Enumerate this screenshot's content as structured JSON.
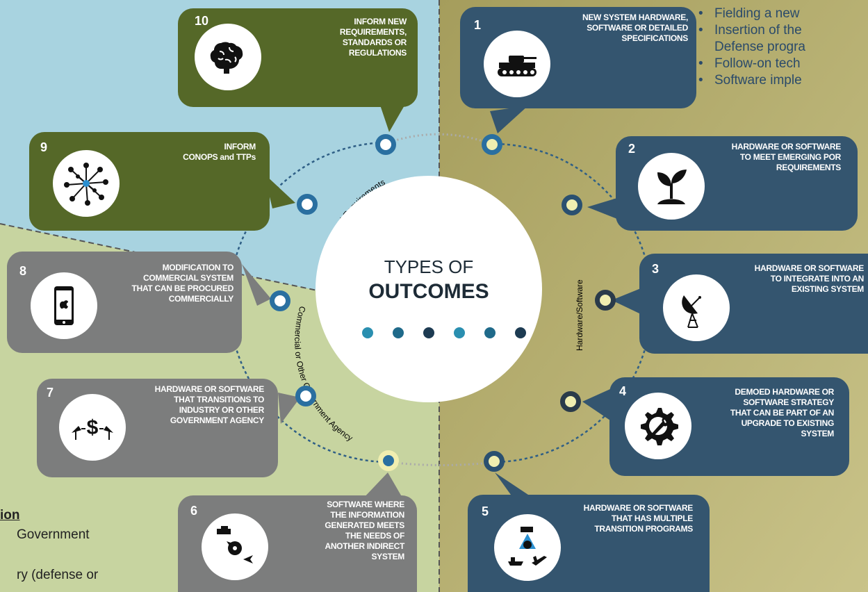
{
  "center": {
    "title_line1": "TYPES OF",
    "title_line2": "OUTCOMES"
  },
  "arc_labels": {
    "concepts": "Concepts and Requirements",
    "hardware": "Hardware/Software",
    "commercial": "Commercial or Other Government Agency"
  },
  "cards": [
    {
      "num": "1",
      "text": "NEW SYSTEM HARDWARE,\nSOFTWARE OR DETAILED\nSPECIFICATIONS",
      "icon": "tank-icon"
    },
    {
      "num": "2",
      "text": "HARDWARE OR SOFTWARE\nTO MEET EMERGING POR\nREQUIREMENTS",
      "icon": "sprout-icon"
    },
    {
      "num": "3",
      "text": "HARDWARE OR SOFTWARE\nTO INTEGRATE INTO AN\nEXISTING SYSTEM",
      "icon": "satellite-dish-icon"
    },
    {
      "num": "4",
      "text": "DEMOED HARDWARE OR\nSOFTWARE STRATEGY\nTHAT CAN BE PART OF AN\nUPGRADE TO EXISTING\nSYSTEM",
      "icon": "gear-wrench-icon"
    },
    {
      "num": "5",
      "text": "HARDWARE OR SOFTWARE\nTHAT HAS MULTIPLE\nTRANSITION PROGRAMS",
      "icon": "multi-platform-icon"
    },
    {
      "num": "6",
      "text": "SOFTWARE WHERE\nTHE INFORMATION\nGENERATED MEETS\nTHE NEEDS OF\nANOTHER INDIRECT\nSYSTEM",
      "icon": "indirect-system-icon"
    },
    {
      "num": "7",
      "text": "HARDWARE OR SOFTWARE\nTHAT TRANSITIONS TO\nINDUSTRY OR OTHER\nGOVERNMENT AGENCY",
      "icon": "dish-dollar-icon"
    },
    {
      "num": "8",
      "text": "MODIFICATION TO\nCOMMERCIAL SYSTEM\nTHAT CAN BE PROCURED\nCOMMERCIALLY",
      "icon": "smartphone-icon"
    },
    {
      "num": "9",
      "text": "INFORM\nCONOPS and TTPs",
      "icon": "network-icon"
    },
    {
      "num": "10",
      "text": "INFORM NEW\nREQUIREMENTS,\nSTANDARDS OR\nREGULATIONS",
      "icon": "brain-icon"
    }
  ],
  "right_bullets": [
    "Fielding a new",
    "Insertion of the",
    "Defense progra",
    "Follow-on tech",
    "Software imple"
  ],
  "left_notes": [
    "ion",
    "Government",
    "ry (defense or"
  ],
  "colors": {
    "green_card": "#556828",
    "blue_card": "#34556f",
    "gray_card": "#7c7d7d",
    "bg_sky": "#a9d5e2",
    "bg_olive": "#b8af6f",
    "bg_sage": "#c4d29c"
  }
}
